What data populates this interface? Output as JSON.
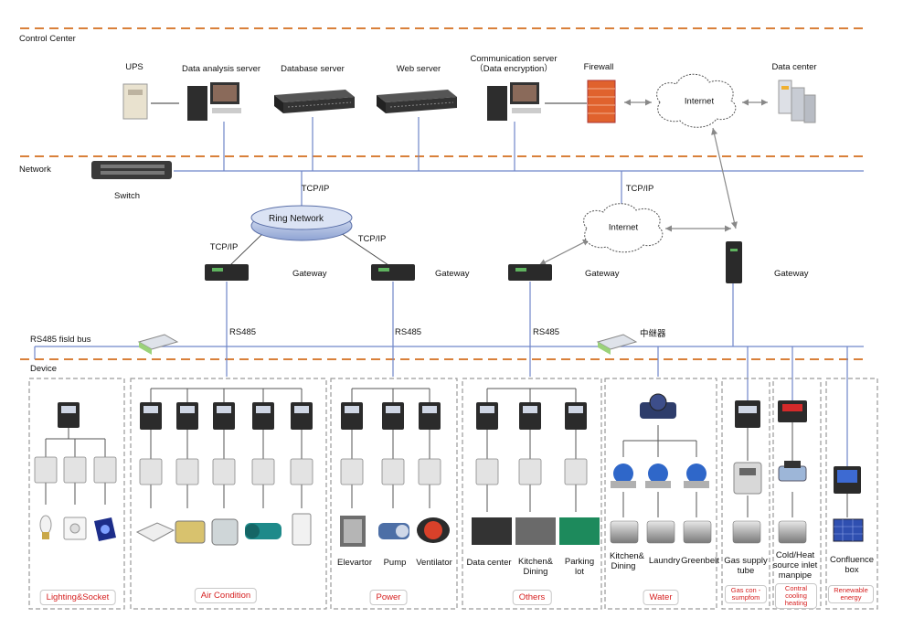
{
  "sections": {
    "control_center": "Control Center",
    "network": "Network",
    "rs485_bus": "RS485 fisld bus",
    "device": "Device"
  },
  "control": {
    "ups": "UPS",
    "data_analysis": "Data analysis server",
    "database": "Database server",
    "web": "Web server",
    "comm_line1": "Communication server",
    "comm_line2": "（Data encryption）",
    "firewall": "Firewall",
    "internet": "Internet",
    "data_center": "Data center"
  },
  "network": {
    "switch": "Switch",
    "ring": "Ring Network",
    "tcp1": "TCP/IP",
    "tcp2": "TCP/IP",
    "tcp3": "TCP/IP",
    "tcp4": "TCP/IP",
    "internet2": "Internet",
    "gateway1": "Gateway",
    "gateway2": "Gateway",
    "gateway3": "Gateway",
    "gateway4": "Gateway",
    "rs485_1": "RS485",
    "rs485_2": "RS485",
    "rs485_3": "RS485",
    "repeater": "中继器"
  },
  "devices": {
    "elevator": "Elevartor",
    "pump": "Pump",
    "ventilator": "Ventilator",
    "dc": "Data center",
    "kitchen1_l1": "Kitchen&",
    "kitchen1_l2": "Dining",
    "parking_l1": "Parking",
    "parking_l2": "lot",
    "kitchen2_l1": "Kitchen&",
    "kitchen2_l2": "Dining",
    "laundry": "Laundry",
    "greenbelt": "Greenbelt",
    "gas_l1": "Gas supply",
    "gas_l2": "tube",
    "cold_l1": "Cold/Heat",
    "cold_l2": "source inlet",
    "cold_l3": "manpipe",
    "confluence_l1": "Confluence",
    "confluence_l2": "box"
  },
  "groups": {
    "lighting": "Lighting&Socket",
    "aircon": "Air Condition",
    "power": "Power",
    "others": "Others",
    "water": "Water",
    "gas": "Gas con -sumpfom",
    "central": "Contral cooling heating",
    "renewable": "Renewable energy"
  },
  "colors": {
    "dash_orange": "#d9803a",
    "line_blue": "#6f86c9",
    "tag_red": "#d62020",
    "group_border": "#9a9a9a"
  }
}
